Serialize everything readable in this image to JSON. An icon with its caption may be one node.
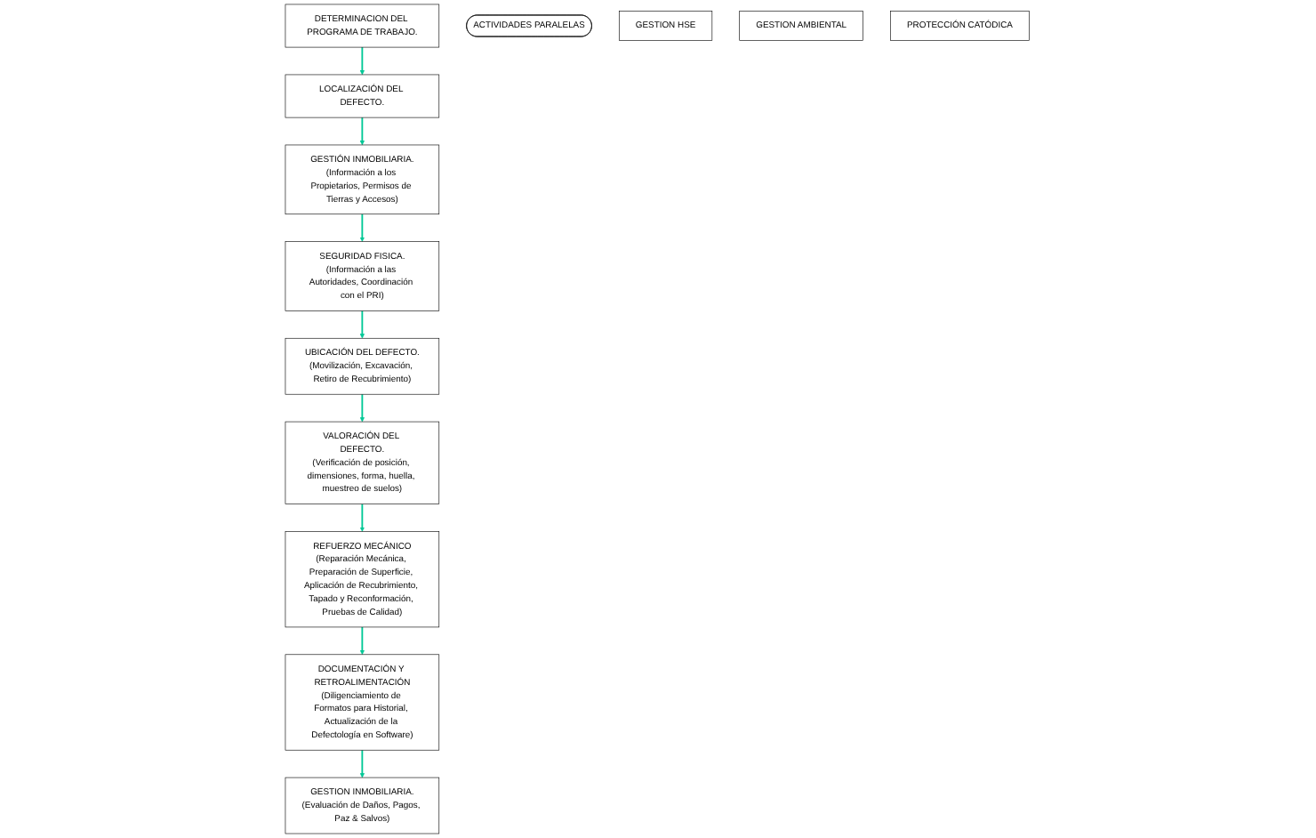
{
  "diagram": {
    "nodes": [
      {
        "text": [
          "DETERMINACION DEL PROGRAMA DE TRABAJO."
        ]
      },
      {
        "text": [
          "LOCALIZACIÓN DEL DEFECTO."
        ]
      },
      {
        "text": [
          "GESTIÓN INMOBILIARIA.",
          "(Información a los Propietarios, Permisos de Tierras y Accesos)"
        ]
      },
      {
        "text": [
          "VALORACIÓN DEL DEFECTO.",
          "(Verificación de posición, dimensiones, forma, huella, muestreo de suelos)"
        ]
      },
      {
        "text": [
          "UBICACIÓN DEL DEFECTO.",
          "(Movilización, Excavación, Retiro de Recubrimiento)"
        ]
      },
      {
        "text": [
          "SEGURIDAD FISICA.",
          "(Información a las Autoridades, Coordinación con el PRI)"
        ]
      },
      {
        "text": [
          "REFUERZO MECÁNICO",
          "(Reparación Mecánica, Preparación de Superficie, Aplicación de Recubrimiento, Tapado y Reconformación, Pruebas de Calidad)"
        ]
      },
      {
        "text": [
          "DOCUMENTACIÓN Y RETROALIMENTACIÓN",
          "(Diligenciamiento de Formatos para Historial, Actualización de la Defectología en Software)"
        ]
      },
      {
        "text": [
          "GESTION INMOBILIARIA.",
          "(Evaluación de Daños, Pagos, Paz & Salvos)"
        ]
      },
      {
        "text": [
          "ACTIVIDADES PARALELAS"
        ]
      },
      {
        "text": [
          "GESTION HSE"
        ]
      },
      {
        "text": [
          "GESTION AMBIENTAL"
        ]
      },
      {
        "text": [
          "PROTECCIÓN CATÓDICA"
        ]
      }
    ],
    "edges": [
      {
        "from": 0,
        "to": 1,
        "arrow": "to"
      },
      {
        "from": 1,
        "to": 2,
        "arrow": "to"
      },
      {
        "from": 2,
        "to": 5,
        "arrow": "to"
      },
      {
        "from": 5,
        "to": 4,
        "arrow": "to"
      },
      {
        "from": 4,
        "to": 3,
        "arrow": "to"
      },
      {
        "from": 3,
        "to": 6,
        "arrow": "to"
      },
      {
        "from": 6,
        "to": 7,
        "arrow": "to"
      },
      {
        "from": 7,
        "to": 8,
        "arrow": "to"
      }
    ]
  }
}
